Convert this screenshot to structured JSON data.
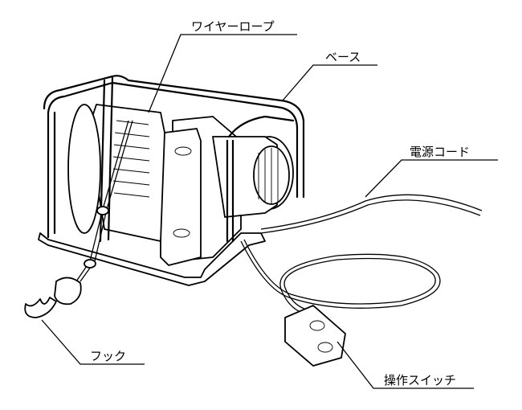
{
  "diagram": {
    "subject": "winch",
    "labels": {
      "wire_rope": "ワイヤーロープ",
      "base": "ベース",
      "power_cord": "電源コード",
      "hook": "フック",
      "operation_switch": "操作スイッチ"
    }
  }
}
